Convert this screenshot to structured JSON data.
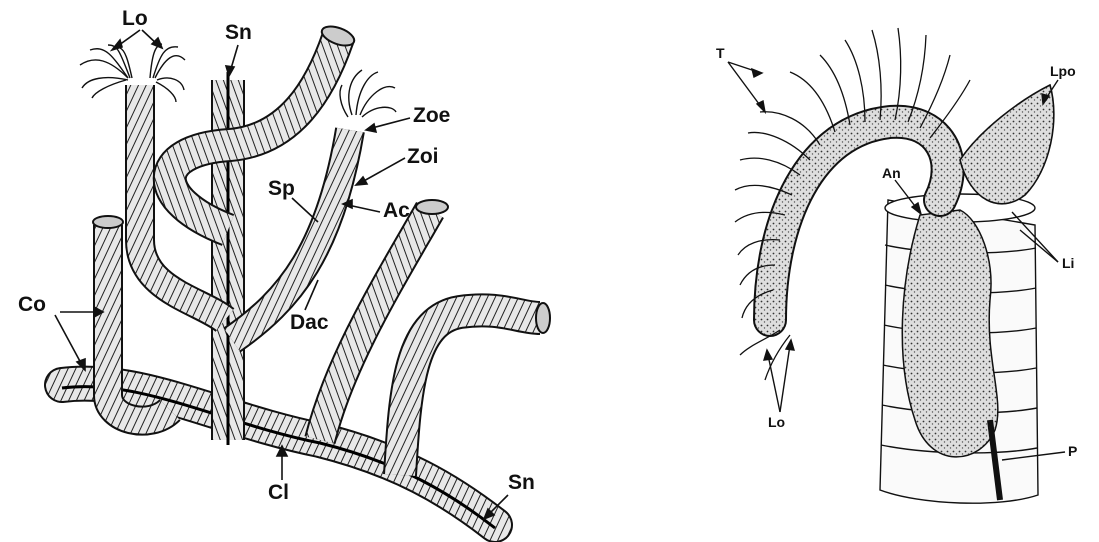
{
  "figure": {
    "left": {
      "labels": {
        "lo": "Lo",
        "sn_top": "Sn",
        "zoe": "Zoe",
        "zoi": "Zoi",
        "sp": "Sp",
        "ac": "Ac",
        "co": "Co",
        "dac": "Dac",
        "cl": "Cl",
        "sn_bottom": "Sn"
      }
    },
    "right": {
      "labels": {
        "t": "T",
        "lpo": "Lpo",
        "an": "An",
        "li": "Li",
        "lo": "Lo",
        "p": "P"
      }
    }
  },
  "colors": {
    "ink": "#111111",
    "tube_fill": "#e6e6e6",
    "body_fill": "#d9d9d9",
    "background": "#ffffff"
  }
}
